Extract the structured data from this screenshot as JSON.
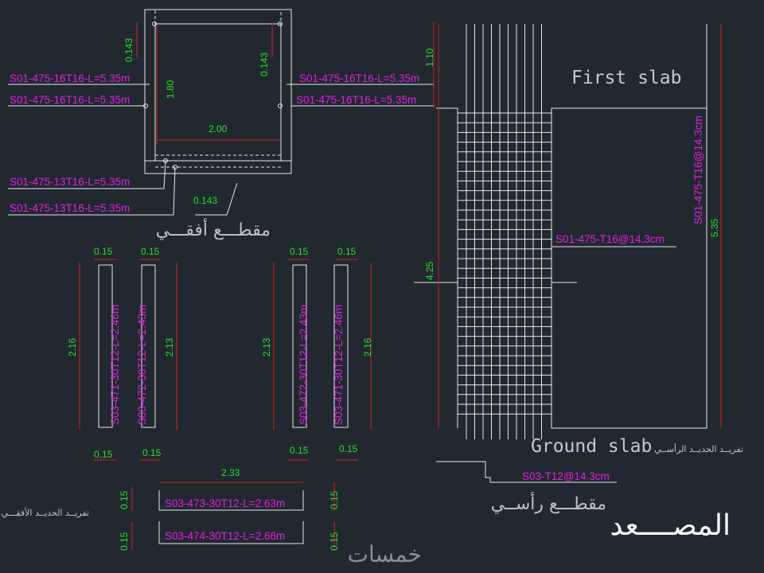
{
  "title": "المصــــعد",
  "watermark": "خمسات",
  "section_labels": {
    "horizontal_section": "مقطـــع أفقـــي",
    "vertical_section": "مقطـــع رأســي",
    "vertical_rebar_schedule": "تفريــد الحديــد الرأســي",
    "horizontal_rebar_schedule": "تفريــد الحديــد الأفقـــي"
  },
  "slabs": {
    "first": "First slab",
    "ground": "Ground slab"
  },
  "plan_rebar_labels": [
    "S01-475-16T16-L=5.35m",
    "S01-475-16T16-L=5.35m",
    "S01-475-16T16-L=5.35m",
    "S01-475-16T16-L=5.35m",
    "S01-475-13T16-L=5.35m",
    "S01-475-13T16-L=5.35m"
  ],
  "plan_dims": {
    "cover_left": "0.143",
    "cover_right": "0.143",
    "height": "1.80",
    "width": "2.00",
    "cover_bottom": "0.143"
  },
  "elevation": {
    "wall_rebar": "S01-475-T16@14.3cm",
    "vertical_rebar": "S01-475-T16@14.3cm",
    "base_rebar": "S03-T12@14.3cm",
    "top_dim": "1.10",
    "mid_dim": "4.25",
    "total_dim": "5.35"
  },
  "vertical_bars": [
    {
      "label": "S03-471-30T12-L=2.46m",
      "dim": "2.16",
      "top": "0.15",
      "bottom": "0.15"
    },
    {
      "label": "S03-472-30T12-L=2.43m",
      "dim": "2.13",
      "top": "0.15",
      "bottom": "0.15"
    },
    {
      "label": "S03-472-30T12-L=2.43m",
      "dim": "2.13",
      "top": "0.15",
      "bottom": "0.15"
    },
    {
      "label": "S03-471-30T12-L=2.46m",
      "dim": "2.16",
      "top": "0.15",
      "bottom": "0.15"
    }
  ],
  "horizontal_bars": {
    "span_dim": "2.33",
    "bars": [
      {
        "label": "S03-473-30T12-L=2.63m",
        "left_dim": "0.15",
        "right_dim": "0.15"
      },
      {
        "label": "S03-474-30T12-L=2.66m",
        "left_dim": "0.15",
        "right_dim": "0.15"
      }
    ]
  },
  "colors": {
    "background": "#222830",
    "rebar_label": "#e020e0",
    "dimension": "#28e028",
    "dim_line": "#d02020",
    "dim_tick": "#2020ff",
    "linework": "#e8e8e8",
    "hidden_line": "#d8d8d8"
  }
}
